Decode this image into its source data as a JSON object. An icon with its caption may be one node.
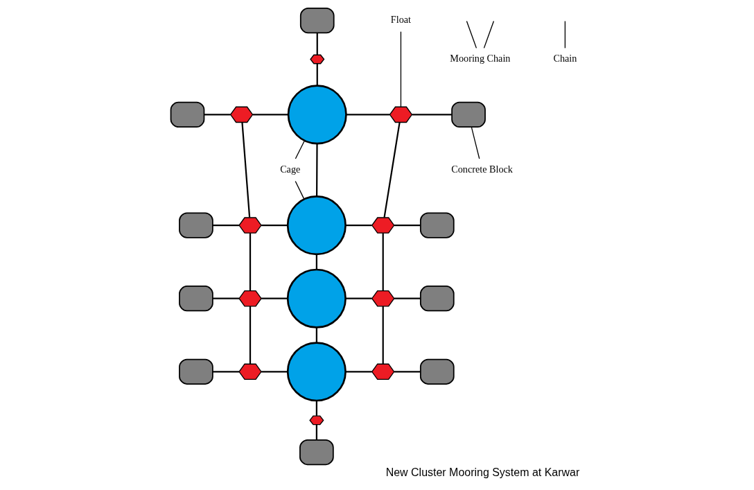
{
  "diagram": {
    "caption": "New Cluster Mooring System at Karwar",
    "nodes": [
      {
        "text": [],
        "shape": "box"
      },
      {
        "text": [
          "Float"
        ]
      },
      {
        "text": [],
        "shape": "hexagon"
      },
      {
        "text": [],
        "shape": "box"
      },
      {
        "text": [],
        "shape": "hexagon"
      },
      {
        "text": [],
        "shape": "circle"
      },
      {
        "text": [],
        "shape": "hexagon"
      },
      {
        "text": [],
        "shape": "box"
      },
      {
        "text": [
          "Concrete Block"
        ]
      },
      {
        "text": [
          "Cage"
        ]
      },
      {
        "text": [],
        "shape": "box"
      },
      {
        "text": [],
        "shape": "hexagon"
      },
      {
        "text": [],
        "shape": "circle"
      },
      {
        "text": [],
        "shape": "hexagon"
      },
      {
        "text": [],
        "shape": "box"
      },
      {
        "text": [
          "Mooring Chain"
        ]
      },
      {
        "text": [],
        "shape": "box"
      },
      {
        "text": [],
        "shape": "hexagon"
      },
      {
        "text": [],
        "shape": "circle"
      },
      {
        "text": [],
        "shape": "hexagon"
      },
      {
        "text": [],
        "shape": "box"
      },
      {
        "text": [
          "Chain"
        ]
      },
      {
        "text": [],
        "shape": "box"
      },
      {
        "text": [],
        "shape": "hexagon"
      },
      {
        "text": [],
        "shape": "circle"
      },
      {
        "text": [],
        "shape": "hexagon"
      },
      {
        "text": [],
        "shape": "box"
      },
      {
        "text": [],
        "shape": "hexagon"
      },
      {
        "text": [],
        "shape": "box"
      }
    ],
    "edges": [
      {
        "from": 0,
        "to": 2,
        "arrow": "none"
      },
      {
        "from": 2,
        "to": 5,
        "arrow": "none"
      },
      {
        "from": 3,
        "to": 4,
        "arrow": "none"
      },
      {
        "from": 4,
        "to": 5,
        "arrow": "none"
      },
      {
        "from": 5,
        "to": 6,
        "arrow": "none"
      },
      {
        "from": 6,
        "to": 7,
        "arrow": "none"
      },
      {
        "from": 10,
        "to": 11,
        "arrow": "none"
      },
      {
        "from": 11,
        "to": 12,
        "arrow": "none"
      },
      {
        "from": 12,
        "to": 13,
        "arrow": "none"
      },
      {
        "from": 13,
        "to": 14,
        "arrow": "none"
      },
      {
        "from": 16,
        "to": 17,
        "arrow": "none"
      },
      {
        "from": 17,
        "to": 18,
        "arrow": "none"
      },
      {
        "from": 18,
        "to": 19,
        "arrow": "none"
      },
      {
        "from": 19,
        "to": 20,
        "arrow": "none"
      },
      {
        "from": 22,
        "to": 23,
        "arrow": "none"
      },
      {
        "from": 23,
        "to": 24,
        "arrow": "none"
      },
      {
        "from": 24,
        "to": 25,
        "arrow": "none"
      },
      {
        "from": 25,
        "to": 26,
        "arrow": "none"
      },
      {
        "from": 5,
        "to": 12,
        "arrow": "none"
      },
      {
        "from": 12,
        "to": 18,
        "arrow": "none"
      },
      {
        "from": 18,
        "to": 24,
        "arrow": "none"
      },
      {
        "from": 24,
        "to": 27,
        "arrow": "none"
      },
      {
        "from": 27,
        "to": 28,
        "arrow": "none"
      },
      {
        "from": 4,
        "to": 11,
        "arrow": "none"
      },
      {
        "from": 11,
        "to": 17,
        "arrow": "none"
      },
      {
        "from": 17,
        "to": 23,
        "arrow": "none"
      },
      {
        "from": 6,
        "to": 13,
        "arrow": "none"
      },
      {
        "from": 13,
        "to": 19,
        "arrow": "none"
      },
      {
        "from": 19,
        "to": 25,
        "arrow": "none"
      },
      {
        "from": 1,
        "to": 6,
        "arrow": "none"
      },
      {
        "from": 8,
        "to": 7,
        "arrow": "none"
      },
      {
        "from": 9,
        "to": 5,
        "arrow": "none"
      },
      {
        "from": 9,
        "to": 12,
        "arrow": "none"
      },
      {
        "from": 15,
        "to": null,
        "arrow": "none"
      },
      {
        "from": 15,
        "to": null,
        "arrow": "none"
      },
      {
        "from": 21,
        "to": null,
        "arrow": "none"
      }
    ]
  }
}
